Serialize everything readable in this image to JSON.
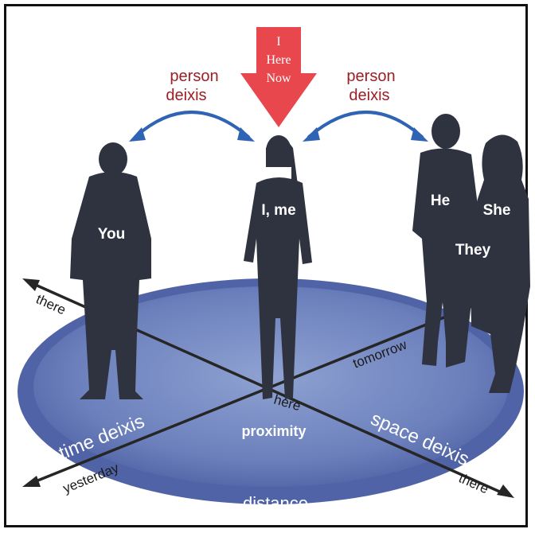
{
  "origin_box": {
    "line1": "I",
    "line2": "Here",
    "line3": "Now"
  },
  "person_deixis_left": {
    "line1": "person",
    "line2": "deixis"
  },
  "person_deixis_right": {
    "line1": "person",
    "line2": "deixis"
  },
  "figures": {
    "you": "You",
    "i_me": "I, me",
    "he": "He",
    "she": "She",
    "they": "They"
  },
  "axis_labels": {
    "there_left": "there",
    "there_right": "there",
    "tomorrow": "tomorrow",
    "yesterday": "yesterday",
    "here": "here"
  },
  "region_labels": {
    "time_deixis": "time deixis",
    "space_deixis": "space deixis",
    "proximity": "proximity",
    "distance": "distance"
  },
  "colors": {
    "ellipse_outer": "#5b6fae",
    "ellipse_inner": "#7f93c8",
    "silhouette": "#2f3340",
    "arrow_red": "#e8484d",
    "arc_blue": "#2f63b3",
    "deixis_text": "#9b1f24"
  }
}
